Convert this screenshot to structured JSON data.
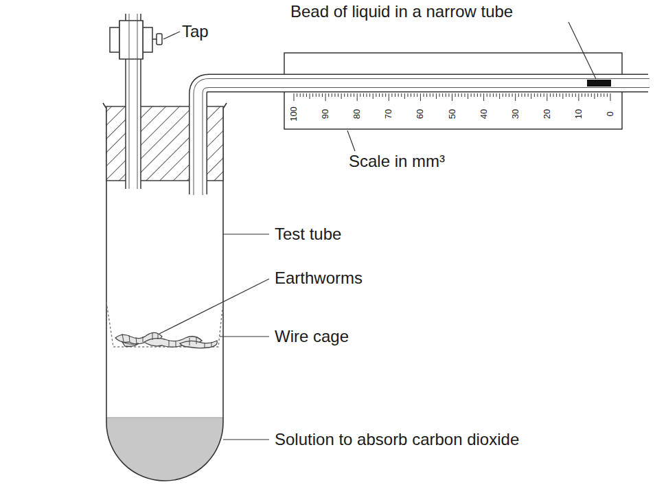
{
  "diagram": {
    "labels": [
      "Tap",
      "Bead of liquid in a narrow tube",
      "100",
      "90",
      "80",
      "70",
      "60",
      "50",
      "40",
      "30",
      "20",
      "10",
      "0",
      "Scale in mm³",
      "Test tube",
      "Earthworms",
      "Wire cage",
      "Solution to absorb carbon dioxide"
    ]
  }
}
